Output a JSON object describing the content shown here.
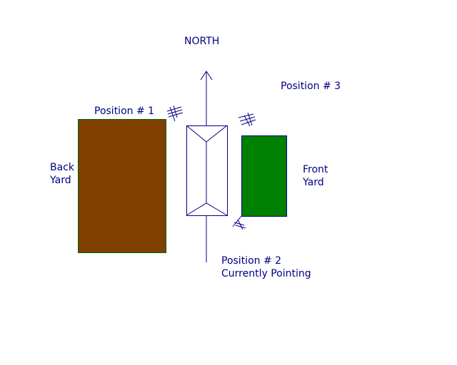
{
  "labels": {
    "north": "NORTH",
    "position1": "Position # 1",
    "position2": "Position #  2",
    "position2_sub": "Currently Pointing",
    "position3": "Position # 3",
    "back_yard_1": "Back",
    "back_yard_2": "Yard",
    "front_yard_1": "Front",
    "front_yard_2": "Yard"
  },
  "colors": {
    "line": "#000080",
    "back_yard": "#804000",
    "front_yard": "#008000"
  }
}
